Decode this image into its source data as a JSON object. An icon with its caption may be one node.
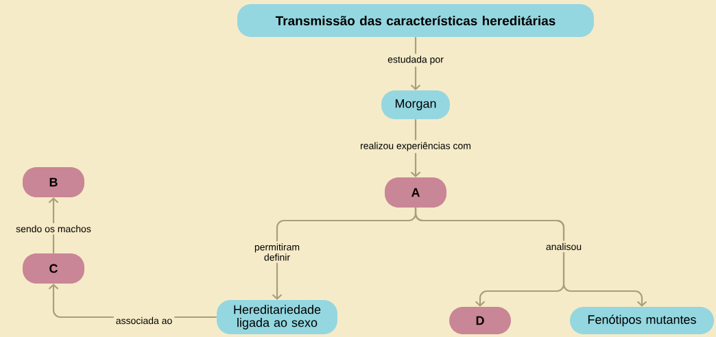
{
  "diagram": {
    "nodes": [
      {
        "text": [
          "Transmissão das características hereditárias"
        ]
      },
      {
        "text": [
          "Morgan"
        ]
      },
      {
        "text": [
          "A"
        ]
      },
      {
        "text": [
          "Hereditariedade ligada ao sexo"
        ]
      },
      {
        "text": [
          "D"
        ]
      },
      {
        "text": [
          "Fenótipos mutantes"
        ]
      },
      {
        "text": [
          "C"
        ]
      },
      {
        "text": [
          "B"
        ]
      }
    ],
    "edges": [
      {
        "from": 0,
        "to": 1,
        "arrow": "to",
        "label": "estudada por"
      },
      {
        "from": 1,
        "to": 2,
        "arrow": "to",
        "label": "realizou experiências com"
      },
      {
        "from": 2,
        "to": 3,
        "arrow": "to",
        "label": "permitiram definir"
      },
      {
        "from": 2,
        "to": 4,
        "arrow": "to",
        "label": "analisou"
      },
      {
        "from": 2,
        "to": 5,
        "arrow": "to"
      },
      {
        "from": 3,
        "to": 6,
        "arrow": "to",
        "label": "associada ao"
      },
      {
        "from": 6,
        "to": 7,
        "arrow": "to",
        "label": "sendo os machos"
      }
    ]
  }
}
